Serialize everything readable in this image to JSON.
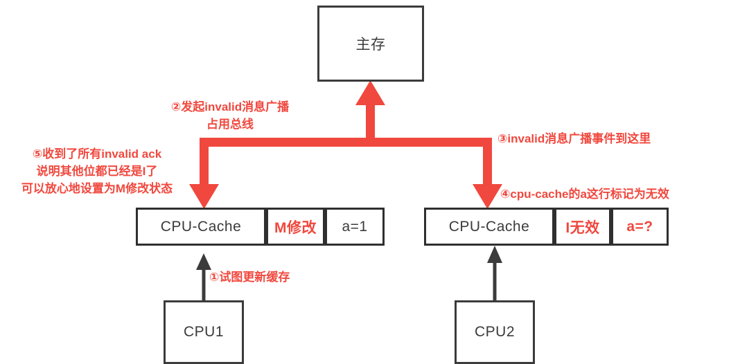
{
  "diagram": {
    "title_main_memory": "主存",
    "boxes": {
      "main_memory": "主存",
      "cpu1": "CPU1",
      "cpu2": "CPU2"
    },
    "cache_left": {
      "name": "CPU-Cache",
      "state": "M修改",
      "value": "a=1"
    },
    "cache_right": {
      "name": "CPU-Cache",
      "state": "I无效",
      "value": "a=?"
    },
    "annotations": {
      "step1": "①试图更新缓存",
      "step2": "②发起invalid消息广播\n占用总线",
      "step3": "③invalid消息广播事件到这里",
      "step4": "④cpu-cache的a这行标记为无效",
      "step5": "⑤收到了所有invalid ack\n说明其他位都已经是I了\n可以放心地设置为M修改状态"
    },
    "colors": {
      "accent_red": "#f0483e",
      "box_stroke": "#3b3b3b",
      "text": "#3b3b3b",
      "background": "#ffffff"
    }
  }
}
